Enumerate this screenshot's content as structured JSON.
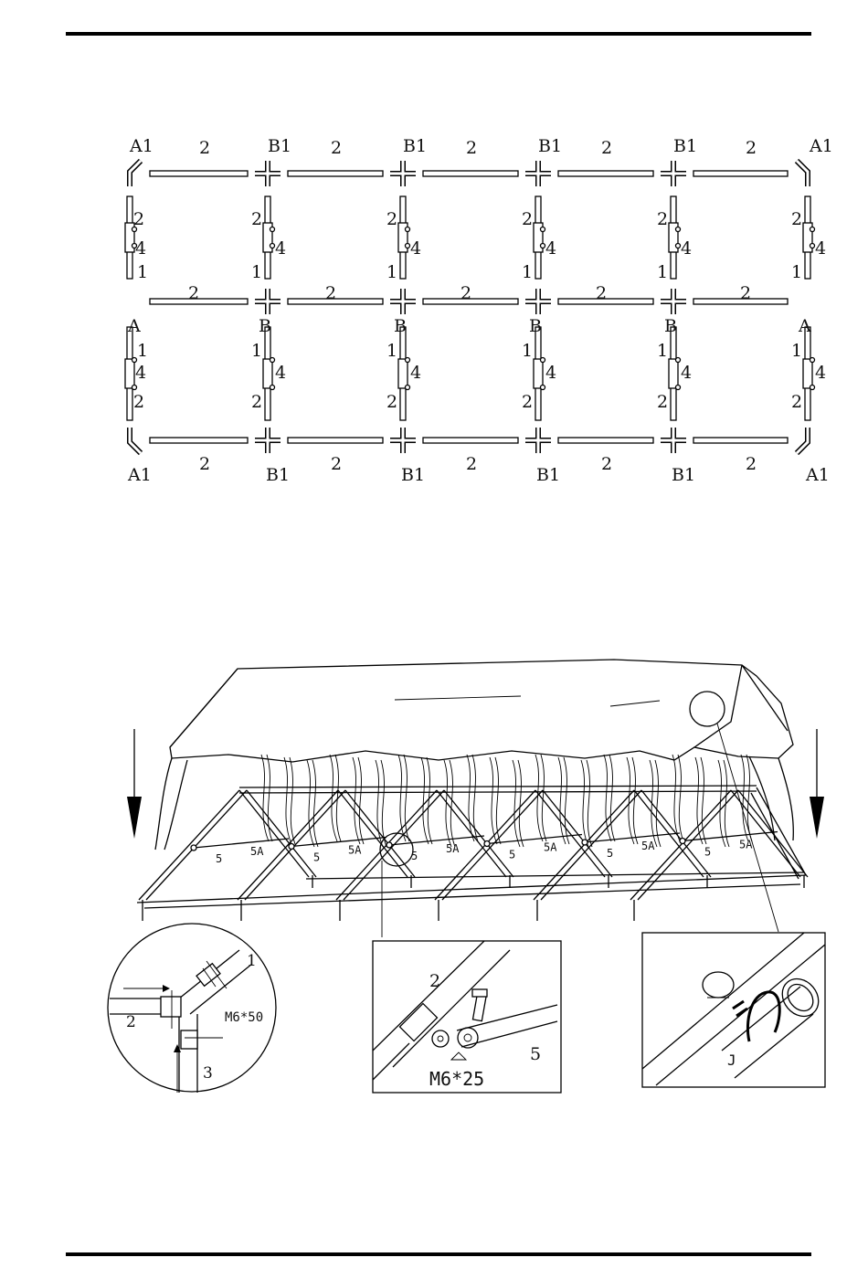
{
  "frame_plan": {
    "top_row_labels": [
      "A1",
      "B1",
      "B1",
      "B1",
      "B1",
      "A1"
    ],
    "middle_row_labels": [
      "A",
      "B",
      "B",
      "B",
      "B",
      "A"
    ],
    "bottom_row_labels": [
      "A1",
      "B1",
      "B1",
      "B1",
      "B1",
      "A1"
    ],
    "beam_label": "2",
    "leg_labels": {
      "upper": "2",
      "middle": "4",
      "lower": "1"
    }
  },
  "assembly": {
    "brace_labels": [
      "5",
      "5A"
    ]
  },
  "details": {
    "corner": {
      "bolt_label": "M6*50",
      "part_labels": [
        "1",
        "2",
        "3"
      ]
    },
    "brace_joint": {
      "bolt_label": "M6*25",
      "part_labels": [
        "2",
        "5"
      ]
    },
    "clip": {
      "label": "J"
    }
  }
}
